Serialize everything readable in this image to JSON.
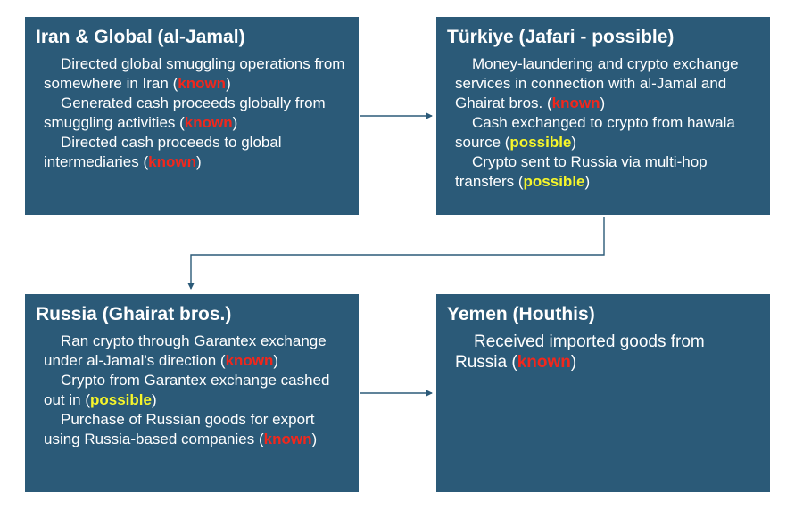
{
  "colors": {
    "box_fill": "#2b5a78",
    "text": "#ffffff",
    "known": "#f2271c",
    "possible": "#f6f52a",
    "connector": "#2b5a78"
  },
  "boxes": {
    "iran": {
      "title": "Iran & Global (al-Jamal)",
      "items": [
        {
          "text": "Directed global smuggling operations from somewhere in Iran",
          "tag": "known"
        },
        {
          "text": "Generated cash proceeds globally from smuggling activities",
          "tag": "known"
        },
        {
          "text": "Directed cash proceeds to global intermediaries",
          "tag": "known"
        }
      ]
    },
    "turkiye": {
      "title": "Türkiye (Jafari - possible)",
      "items": [
        {
          "text": "Money-laundering and crypto exchange services in connection with al-Jamal and Ghairat bros.",
          "tag": "known"
        },
        {
          "text": "Cash exchanged to crypto from hawala source",
          "tag": "possible"
        },
        {
          "text": "Crypto sent to Russia via multi-hop transfers",
          "tag": "possible"
        }
      ]
    },
    "russia": {
      "title": "Russia (Ghairat bros.)",
      "items": [
        {
          "text": "Ran crypto through Garantex exchange under al-Jamal's direction",
          "tag": "known"
        },
        {
          "text": "Crypto from Garantex exchange cashed out in ",
          "tag": "possible"
        },
        {
          "text": "Purchase of Russian goods for export using Russia-based companies",
          "tag": "known"
        }
      ]
    },
    "yemen": {
      "title": "Yemen (Houthis)",
      "items": [
        {
          "text": "Received imported goods from Russia",
          "tag": "known"
        }
      ]
    }
  }
}
